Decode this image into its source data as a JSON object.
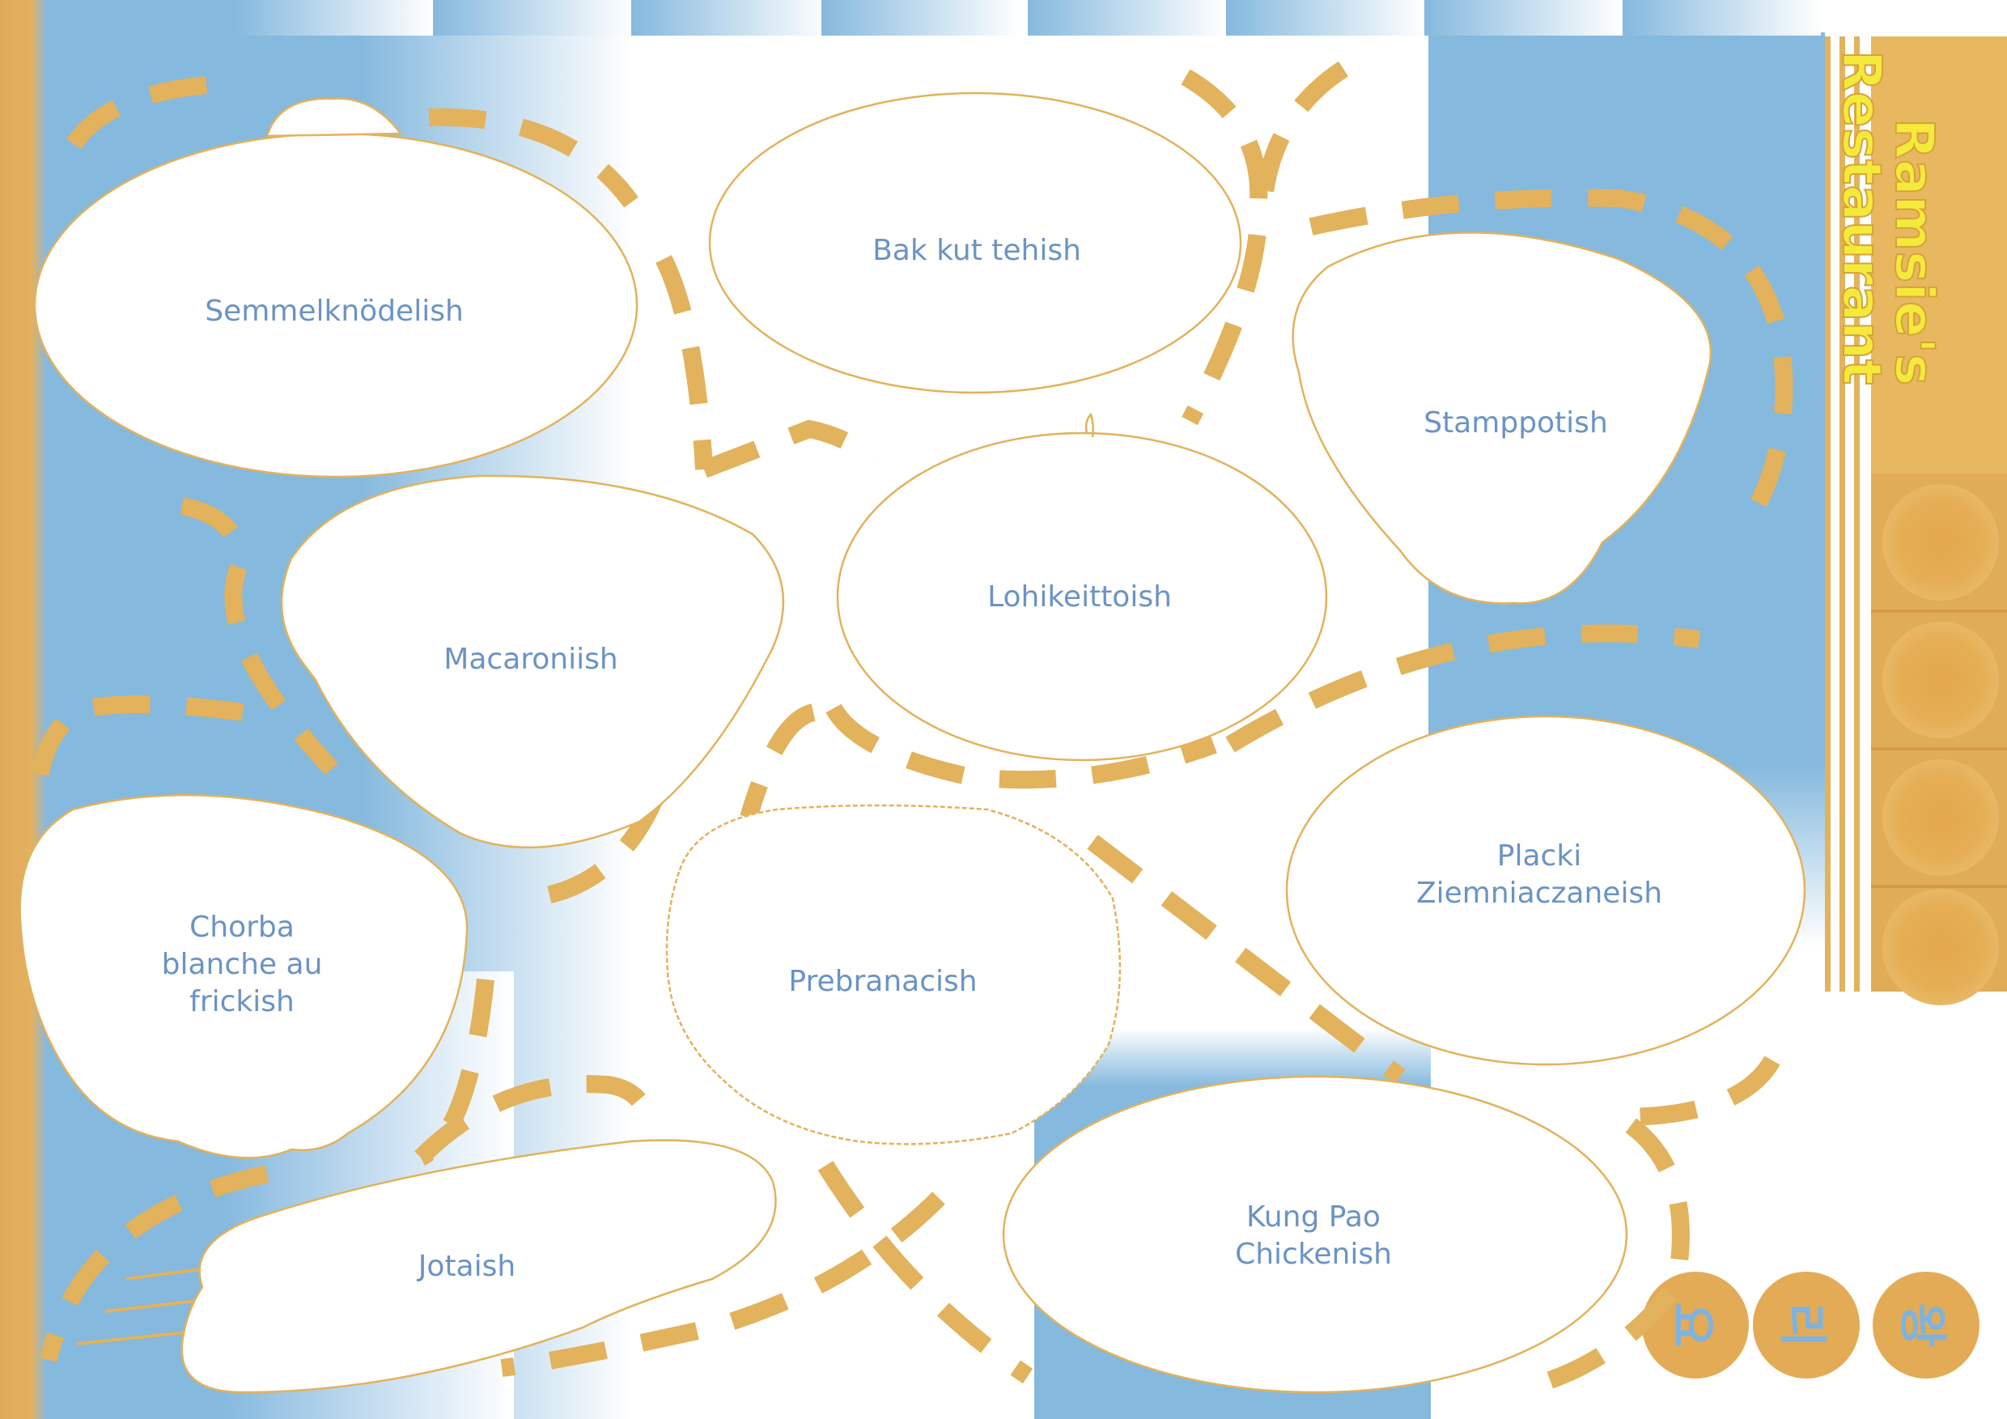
{
  "restaurant": {
    "name_line1": "Ramsie's",
    "name_line2": "Restaurant",
    "corner_glyphs": [
      "요",
      "리",
      "왕"
    ]
  },
  "colors": {
    "background": "#ffffff",
    "blue": "#85b9de",
    "gold": "#e2b25c",
    "dish_text": "#6b93c4",
    "title_yellow": "#f4ea3c"
  },
  "dishes": [
    {
      "id": "semmelknodel",
      "label": "Semmelknödelish"
    },
    {
      "id": "bak-kut-teh",
      "label": "Bak kut tehish"
    },
    {
      "id": "stamppot",
      "label": "Stamppotish"
    },
    {
      "id": "lohikeitto",
      "label": "Lohikeittoish"
    },
    {
      "id": "macaroni",
      "label": "Macaroniish"
    },
    {
      "id": "placki",
      "label": "Placki\nZiemniaczaneish"
    },
    {
      "id": "chorba",
      "label": "Chorba\nblanche au\nfrickish"
    },
    {
      "id": "prebranac",
      "label": "Prebranacish"
    },
    {
      "id": "jota",
      "label": "Jotaish"
    },
    {
      "id": "kung-pao",
      "label": "Kung Pao\nChickenish"
    }
  ]
}
